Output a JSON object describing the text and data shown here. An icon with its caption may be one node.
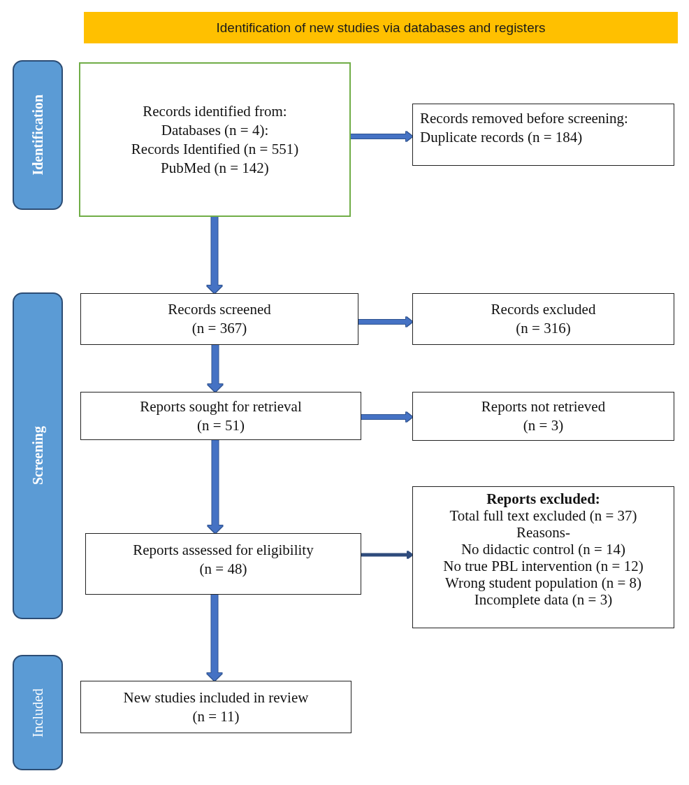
{
  "diagram": {
    "title": "Identification of new studies via databases and registers",
    "nodes": [
      {
        "text": [
          "Identification"
        ]
      },
      {
        "text": [
          "Records identified from:",
          "Databases (n = 4):",
          "Records Identified (n = 551)",
          "PubMed (n = 142)"
        ]
      },
      {
        "text": [
          "Records removed before screening:",
          "Duplicate records (n = 184)"
        ]
      },
      {
        "text": [
          "Screening"
        ]
      },
      {
        "text": [
          "Records screened",
          "(n = 367)"
        ]
      },
      {
        "text": [
          "Records excluded",
          "(n = 316)"
        ]
      },
      {
        "text": [
          "Reports sought for retrieval",
          "(n = 51)"
        ]
      },
      {
        "text": [
          "Reports not retrieved",
          "(n = 3)"
        ]
      },
      {
        "text": [
          "Reports assessed for eligibility",
          "(n = 48)"
        ]
      },
      {
        "text": [
          "Reports excluded:",
          "Total full text excluded (n = 37)",
          "Reasons-",
          "No didactic control (n = 14)",
          "No true PBL intervention (n = 12)",
          "Wrong student population (n = 8)",
          "Incomplete data (n = 3)"
        ]
      },
      {
        "text": [
          "Included"
        ]
      },
      {
        "text": [
          "New studies included in review",
          "(n = 11)"
        ]
      }
    ],
    "edges": [
      {
        "from": 1,
        "to": 2,
        "arrow": "to"
      },
      {
        "from": 1,
        "to": 4,
        "arrow": "to"
      },
      {
        "from": 4,
        "to": 5,
        "arrow": "to"
      },
      {
        "from": 4,
        "to": 6,
        "arrow": "to"
      },
      {
        "from": 6,
        "to": 7,
        "arrow": "to"
      },
      {
        "from": 6,
        "to": 8,
        "arrow": "to"
      },
      {
        "from": 8,
        "to": 9,
        "arrow": "to",
        "color": "#2f4b7c"
      },
      {
        "from": 8,
        "to": 11,
        "arrow": "to"
      }
    ]
  }
}
